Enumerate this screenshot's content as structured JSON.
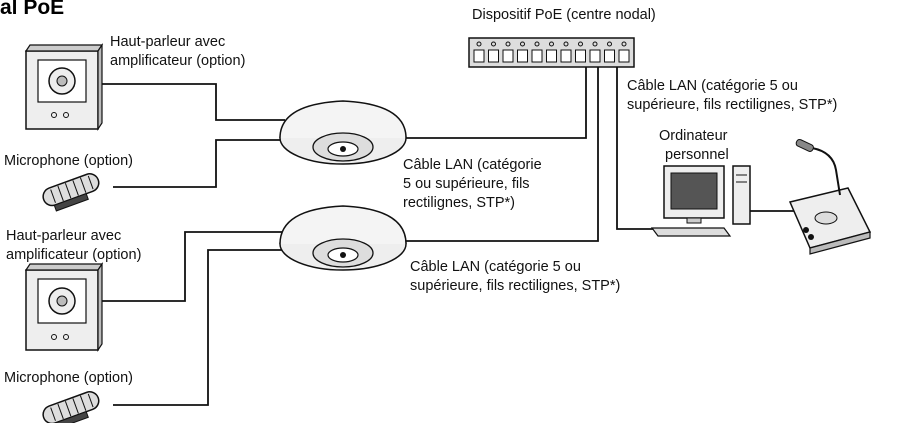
{
  "title": "al PoE",
  "labels": {
    "poe_hub": "Dispositif PoE (centre nodal)",
    "speaker_1": [
      "Haut-parleur avec",
      "amplificateur (option)"
    ],
    "mic_1": "Microphone (option)",
    "speaker_2": [
      "Haut-parleur avec",
      "amplificateur (option)"
    ],
    "mic_2": "Microphone (option)",
    "cable_pc": [
      "Câble LAN (catégorie 5 ou",
      "supérieure, fils rectilignes, STP*)"
    ],
    "pc": [
      "Ordinateur",
      "personnel"
    ],
    "cable_cam1": [
      "Câble LAN (catégorie",
      "5 ou supérieure, fils",
      "rectilignes, STP*)"
    ],
    "cable_cam2": [
      "Câble LAN (catégorie 5 ou",
      "supérieure, fils rectilignes, STP*)"
    ]
  },
  "hub": {
    "port_count": 11
  },
  "colors": {
    "stroke": "#111111",
    "device_fill": "#eeeeee",
    "screen": "#555555"
  }
}
